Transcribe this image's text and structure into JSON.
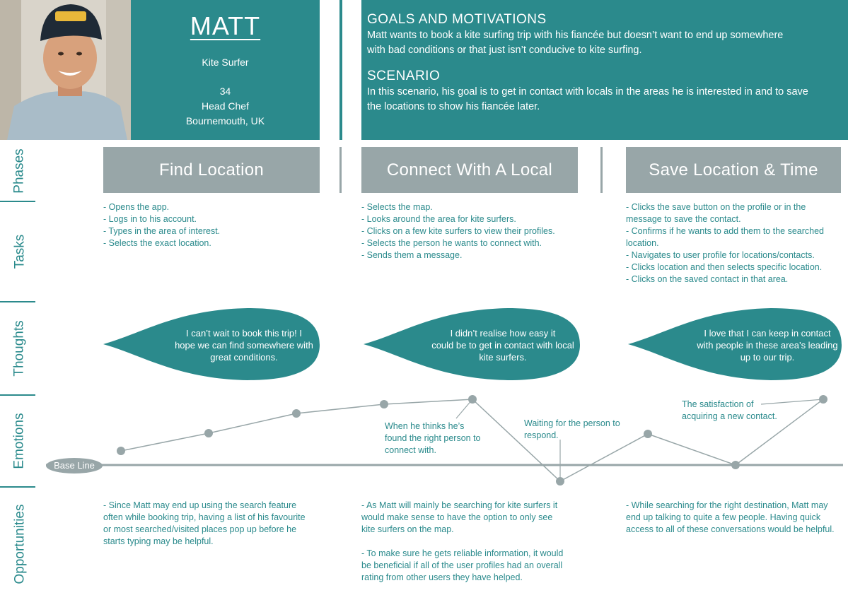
{
  "persona": {
    "name": "MATT",
    "hobby": "Kite Surfer",
    "age": "34",
    "job": "Head Chef",
    "location": "Bournemouth, UK"
  },
  "goals": {
    "heading": "GOALS AND MOTIVATIONS",
    "text_line1": "Matt wants to book a kite surfing trip with his fiancée but doesn’t want to end up somewhere",
    "text_line2": "with bad conditions or that just isn’t conducive to kite surfing."
  },
  "scenario": {
    "heading": "SCENARIO",
    "text_line1": "In this scenario, his goal is to get in contact with locals in the areas he is interested in and to save",
    "text_line2": "the locations to show his fiancée later."
  },
  "rail": {
    "phases": "Phases",
    "tasks": "Tasks",
    "thoughts": "Thoughts",
    "emotions": "Emotions",
    "opportunities": "Opportunities"
  },
  "phases": [
    "Find Location",
    "Connect With A Local",
    "Save Location & Time"
  ],
  "tasks": [
    [
      "- Opens the app.",
      "- Logs in to his account.",
      "- Types in the area of interest.",
      "- Selects the exact location."
    ],
    [
      "- Selects the map.",
      "- Looks around the area for kite surfers.",
      "- Clicks on a few kite surfers to view their profiles.",
      "- Selects the person he wants to connect with.",
      "- Sends them a message."
    ],
    [
      "- Clicks the save button on the profile or in the",
      "message to save the contact.",
      "- Confirms if he wants to add them to the searched",
      "location.",
      "- Navigates to user profile for locations/contacts.",
      "- Clicks location and then selects specific location.",
      "- Clicks on the saved contact in that area."
    ]
  ],
  "thoughts": [
    [
      "I can’t wait to book this trip! I",
      "hope we can find somewhere with",
      "great conditions."
    ],
    [
      "I didn’t realise how easy it",
      "could be to get in contact with local",
      "kite surfers."
    ],
    [
      "I love that I can keep in contact",
      "with people in these area’s leading",
      "up to our trip."
    ]
  ],
  "emotions": {
    "baseline_label": "Base Line",
    "notes": [
      [
        "When he thinks he’s",
        "found the right person to",
        "connect with."
      ],
      [
        "Waiting for the person to",
        "respond."
      ],
      [
        "The satisfaction of",
        "acquiring a new contact."
      ]
    ]
  },
  "opportunities": [
    [
      "- Since Matt may end up using the search feature",
      "often while booking trip, having a list of his favourite",
      "or most searched/visited places pop up before he",
      "starts typing may be helpful."
    ],
    [
      "- As Matt will mainly be searching for kite surfers it",
      "would make sense to have the option to only see",
      "kite surfers on the map.",
      "",
      "- To make sure he gets reliable information, it would",
      "be beneficial if all of the user profiles had an overall",
      "rating from other users they have helped."
    ],
    [
      "- While searching for the right destination, Matt may",
      "end up talking to quite a few people. Having quick",
      "access to all of these conversations would be helpful."
    ]
  ],
  "colors": {
    "teal": "#2b8a8c",
    "phase_gray": "#98a6a8",
    "line_gray": "#98a6a8"
  }
}
